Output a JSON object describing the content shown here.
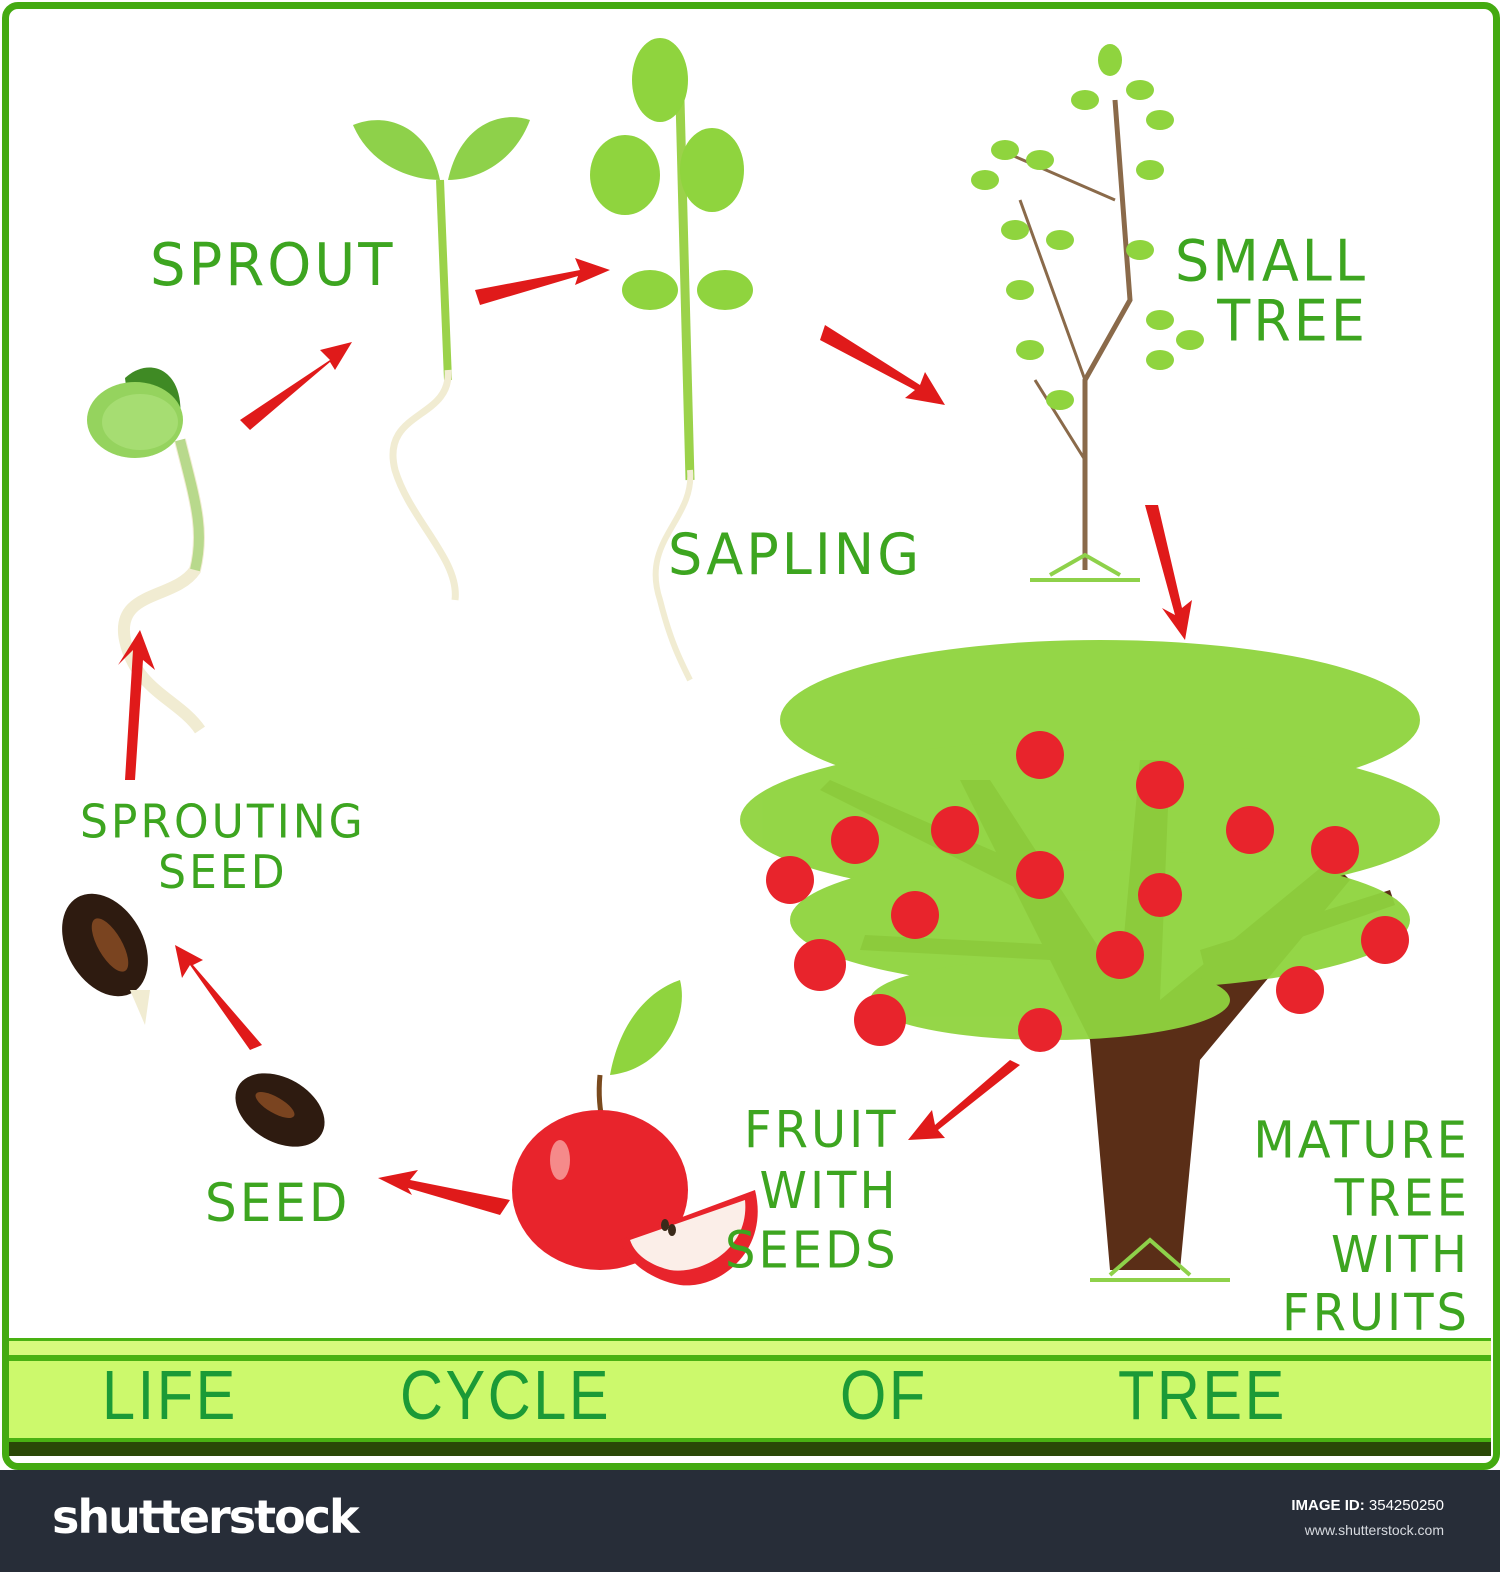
{
  "diagram": {
    "title_words": [
      "LIFE",
      "CYCLE",
      "OF",
      "TREE"
    ],
    "stages": [
      {
        "id": "seed",
        "lines": [
          "SEED"
        ]
      },
      {
        "id": "sprouting-seed",
        "lines": [
          "SPROUTING",
          "SEED"
        ]
      },
      {
        "id": "sprout",
        "lines": [
          "SPROUT"
        ]
      },
      {
        "id": "sapling",
        "lines": [
          "SAPLING"
        ]
      },
      {
        "id": "small-tree",
        "lines": [
          "SMALL",
          "TREE"
        ]
      },
      {
        "id": "mature-tree",
        "lines": [
          "MATURE",
          "TREE",
          "WITH",
          "FRUITS"
        ]
      },
      {
        "id": "fruit",
        "lines": [
          "FRUIT",
          "WITH",
          "SEEDS"
        ]
      }
    ],
    "colors": {
      "border": "#44aa11",
      "label_text": "#3da520",
      "title_text": "#1b9a36",
      "banner_fill": "#ccf96c",
      "arrow": "#e01a1a",
      "apple": "#e8242c",
      "trunk": "#5a2e17",
      "leaf": "#8fd43a"
    }
  },
  "footer": {
    "logo": "shutterstock",
    "image_id_label": "IMAGE ID:",
    "image_id": "354250250",
    "url": "www.shutterstock.com"
  }
}
